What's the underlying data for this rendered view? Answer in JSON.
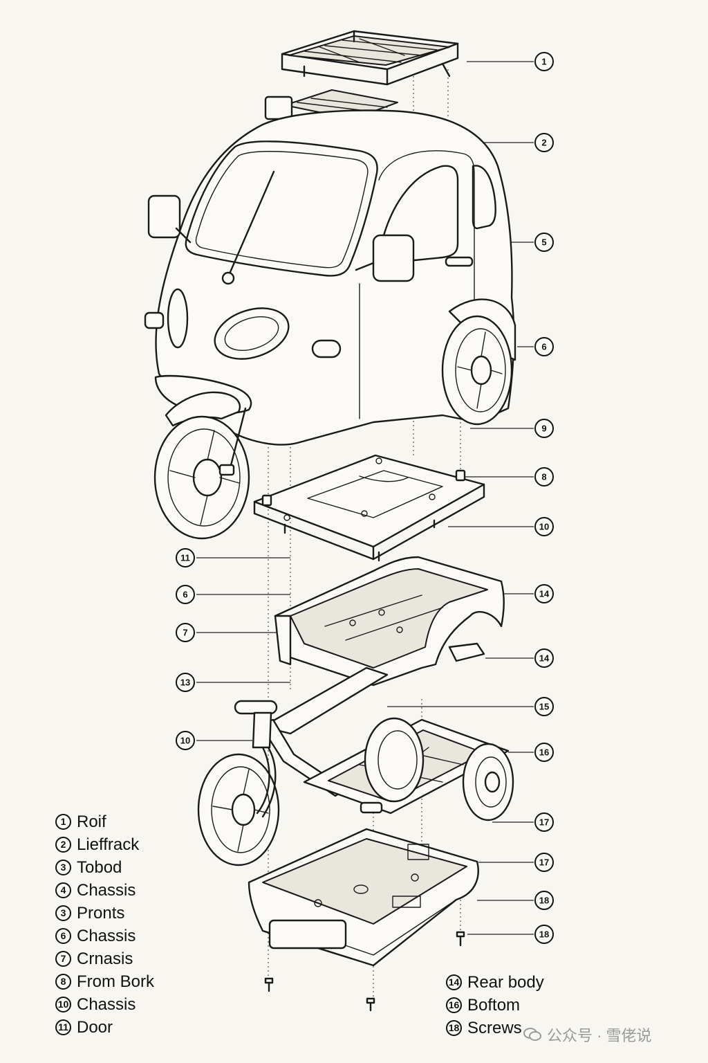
{
  "callouts": [
    {
      "label": "1"
    },
    {
      "label": "2"
    },
    {
      "label": "5"
    },
    {
      "label": "6"
    },
    {
      "label": "9"
    },
    {
      "label": "8"
    },
    {
      "label": "10"
    },
    {
      "label": "11"
    },
    {
      "label": "6"
    },
    {
      "label": "14"
    },
    {
      "label": "7"
    },
    {
      "label": "14"
    },
    {
      "label": "13"
    },
    {
      "label": "15"
    },
    {
      "label": "10"
    },
    {
      "label": "16"
    },
    {
      "label": "17"
    },
    {
      "label": "17"
    },
    {
      "label": "18"
    },
    {
      "label": "18"
    }
  ],
  "legend_left": [
    {
      "num": "1",
      "text": "Roif"
    },
    {
      "num": "2",
      "text": "Lieffrack"
    },
    {
      "num": "3",
      "text": "Tobod"
    },
    {
      "num": "4",
      "text": "Chassis"
    },
    {
      "num": "3",
      "text": "Pronts"
    },
    {
      "num": "6",
      "text": "Chassis"
    },
    {
      "num": "7",
      "text": "Crnasis"
    },
    {
      "num": "8",
      "text": "From Bork"
    },
    {
      "num": "10",
      "text": "Chassis"
    },
    {
      "num": "11",
      "text": "Door"
    }
  ],
  "legend_right": [
    {
      "num": "14",
      "text": "Rear body"
    },
    {
      "num": "16",
      "text": "Boftom"
    },
    {
      "num": "18",
      "text": "Screws"
    }
  ],
  "watermark": {
    "text": "公众号 · 雪佬说"
  }
}
